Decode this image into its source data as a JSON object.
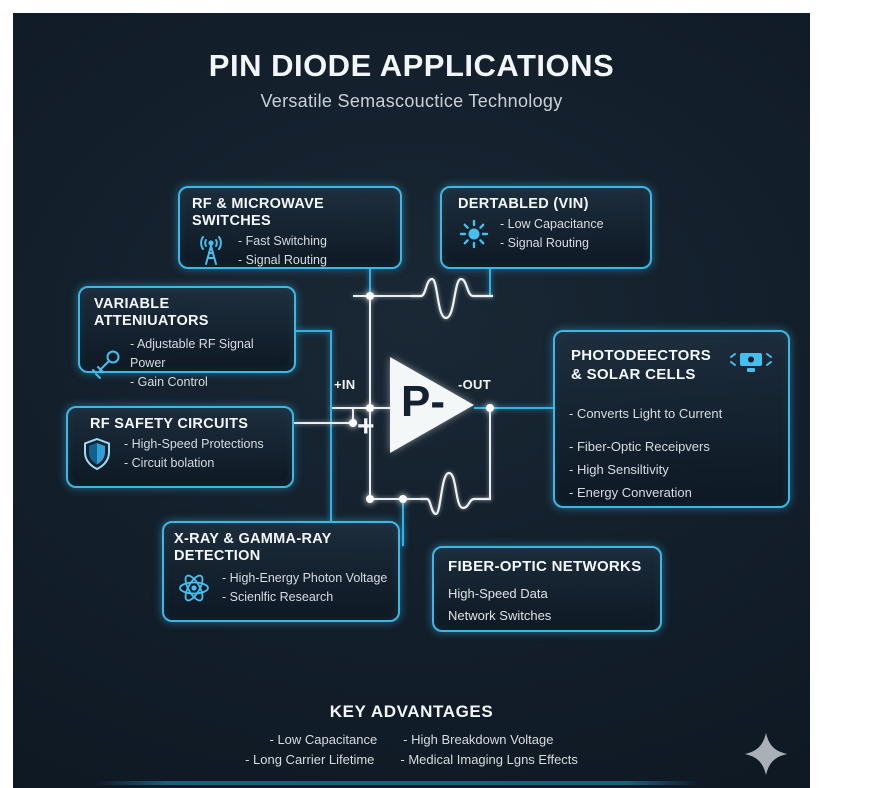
{
  "header": {
    "title": "PIN DIODE APPLICATIONS",
    "subtitle": "Versatile Semascouctice Technology"
  },
  "boxes": {
    "rf_switches": {
      "title": "RF & MICROWAVE SWITCHES",
      "icon": "antenna-icon",
      "items": [
        "- Fast Switching",
        "- Signal Routing"
      ]
    },
    "dertabled": {
      "title": "DERTABLED (VIN)",
      "icon": "sun-icon",
      "items": [
        "- Low Capacitance",
        "- Signal Routing"
      ]
    },
    "attenuators": {
      "title": "VARIABLE ATTENIUATORS",
      "icon": "attenuator-knob-icon",
      "items": [
        "- Adjustable RF Signal Power",
        "- Gain Control"
      ]
    },
    "safety": {
      "title": "RF SAFETY CIRCUITS",
      "icon": "shield-icon",
      "items": [
        "- High-Speed Protections",
        "- Circuit bolation"
      ]
    },
    "xray": {
      "title": "X-RAY & GAMMA-RAY DETECTION",
      "icon": "atom-icon",
      "items": [
        "- High-Energy Photon Voltage",
        "- Scienlfic Research"
      ]
    },
    "photodetectors": {
      "title": "PHOTODEECTORS & SOLAR CELLS",
      "icon": "camera-icon",
      "items": [
        "- Converts Light to Current",
        "- Fiber-Optic Receipvers",
        "- High Sensiltivity",
        "- Energy Converation"
      ]
    },
    "fiber": {
      "title": "FIBER-OPTIC NETWORKS",
      "items": [
        "High-Speed Data",
        "Network Switches"
      ]
    }
  },
  "diode": {
    "symbol": "P-",
    "input_label": "+IN",
    "output_label": "-OUT",
    "plus_label": "+"
  },
  "advantages": {
    "title": "KEY ADVANTAGES",
    "row1": [
      "- Low Capacitance",
      "- High Breakdown Voltage"
    ],
    "row2": [
      "- Long Carrier Lifetime",
      "- Medical Imaging Lgns Effects"
    ]
  },
  "colors": {
    "accent": "#3cb7e6",
    "panel_bg": "#121e2a",
    "wire_white": "#e9eef3"
  }
}
